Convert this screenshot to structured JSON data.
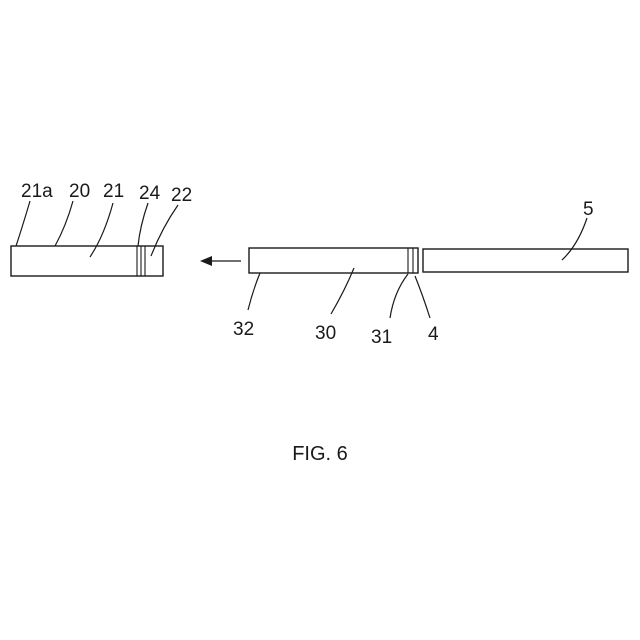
{
  "labels": {
    "ref_21a": "21a",
    "ref_20": "20",
    "ref_21": "21",
    "ref_24": "24",
    "ref_22": "22",
    "ref_5": "5",
    "ref_32": "32",
    "ref_30": "30",
    "ref_31": "31",
    "ref_4": "4"
  },
  "caption": "FIG. 6",
  "colors": {
    "stroke": "#1a1a1a",
    "background": "#ffffff"
  }
}
